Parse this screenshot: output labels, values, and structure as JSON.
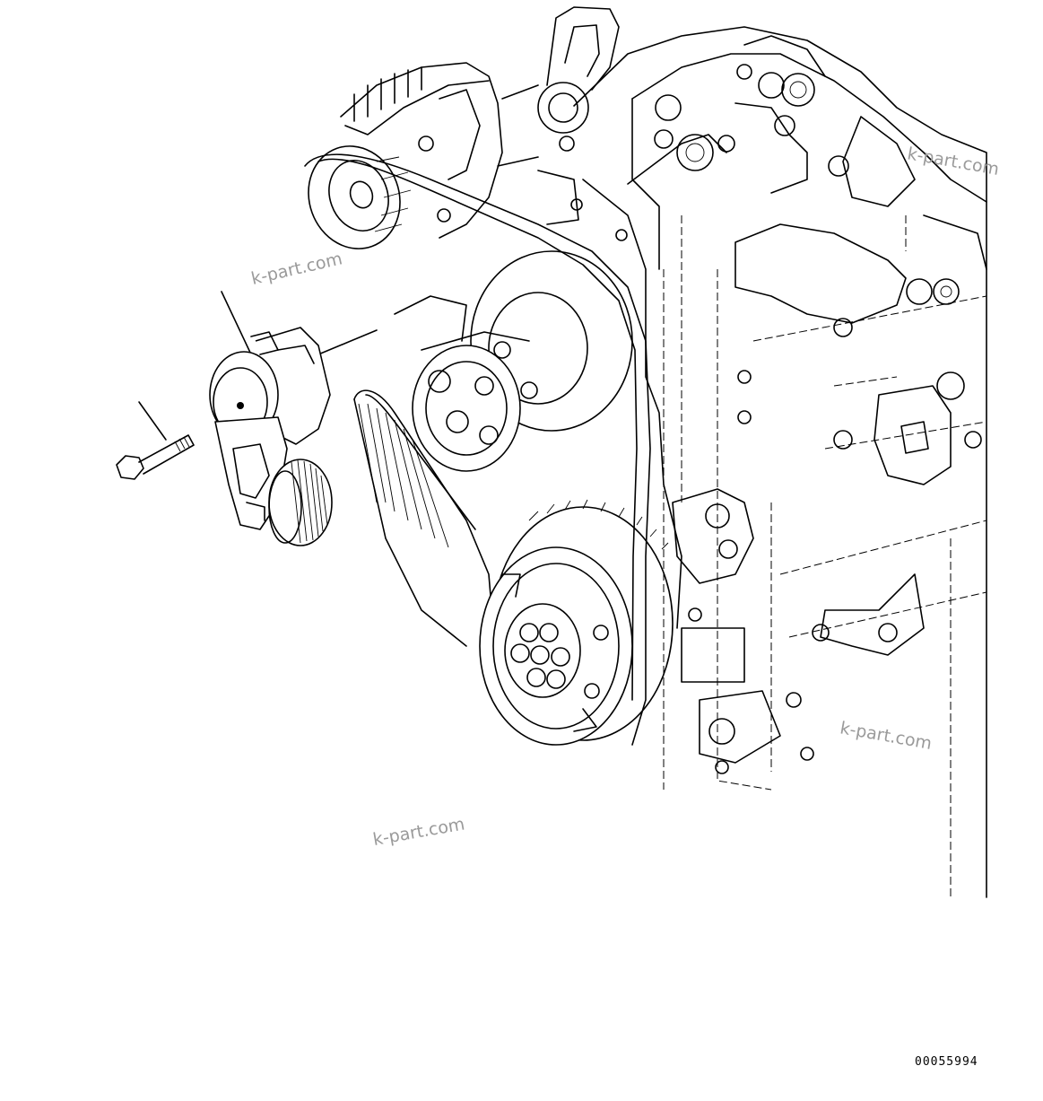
{
  "diagram": {
    "figure_number": "00055994",
    "watermarks": [
      "k-part.com",
      "k-part.com",
      "k-part.com",
      "k-part.com"
    ],
    "parts": [
      "tensioner-assembly",
      "bolt",
      "engine-block",
      "alternator",
      "crankshaft-pulley",
      "fan-pulley",
      "serpentine-belt"
    ]
  }
}
